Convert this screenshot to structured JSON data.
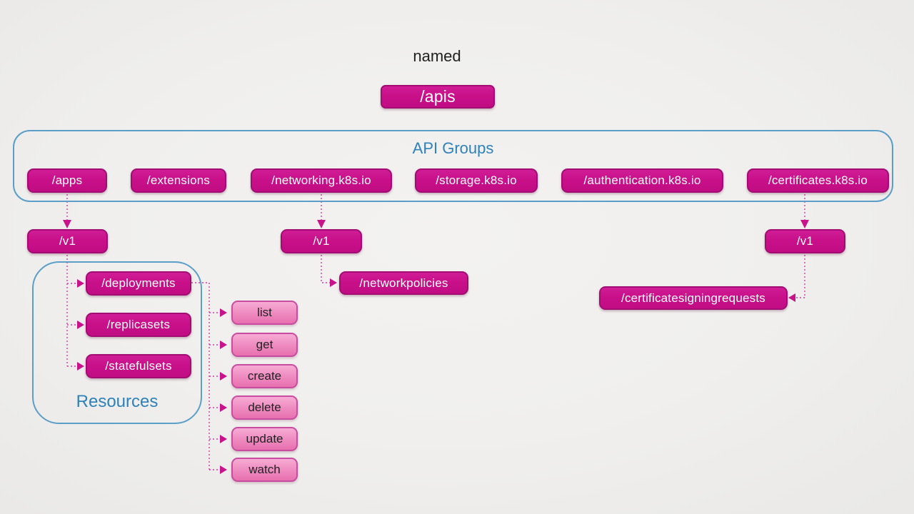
{
  "header": {
    "label": "named"
  },
  "root": {
    "label": "/apis"
  },
  "api_groups": {
    "title": "API Groups",
    "groups": [
      {
        "label": "/apps"
      },
      {
        "label": "/extensions"
      },
      {
        "label": "/networking.k8s.io"
      },
      {
        "label": "/storage.k8s.io"
      },
      {
        "label": "/authentication.k8s.io"
      },
      {
        "label": "/certificates.k8s.io"
      }
    ]
  },
  "versions": [
    {
      "label": "/v1"
    },
    {
      "label": "/v1"
    },
    {
      "label": "/v1"
    }
  ],
  "resources_panel": {
    "title": "Resources",
    "items": [
      {
        "label": "/deployments"
      },
      {
        "label": "/replicasets"
      },
      {
        "label": "/statefulsets"
      }
    ]
  },
  "other_resources": [
    {
      "label": "/networkpolicies"
    },
    {
      "label": "/certificatesigningrequests"
    }
  ],
  "verbs": {
    "items": [
      {
        "label": "list"
      },
      {
        "label": "get"
      },
      {
        "label": "create"
      },
      {
        "label": "delete"
      },
      {
        "label": "update"
      },
      {
        "label": "watch"
      }
    ]
  },
  "colors": {
    "node_fill": "#c9138b",
    "node_border": "#a30c72",
    "verb_fill_top": "#f6abd4",
    "verb_fill_bottom": "#e770af",
    "panel_border": "#5b9fc9",
    "panel_title_text": "#2e82ba",
    "connector": "#d63a9e",
    "background": "#f0efed",
    "dark_text": "#1f1f1f"
  }
}
